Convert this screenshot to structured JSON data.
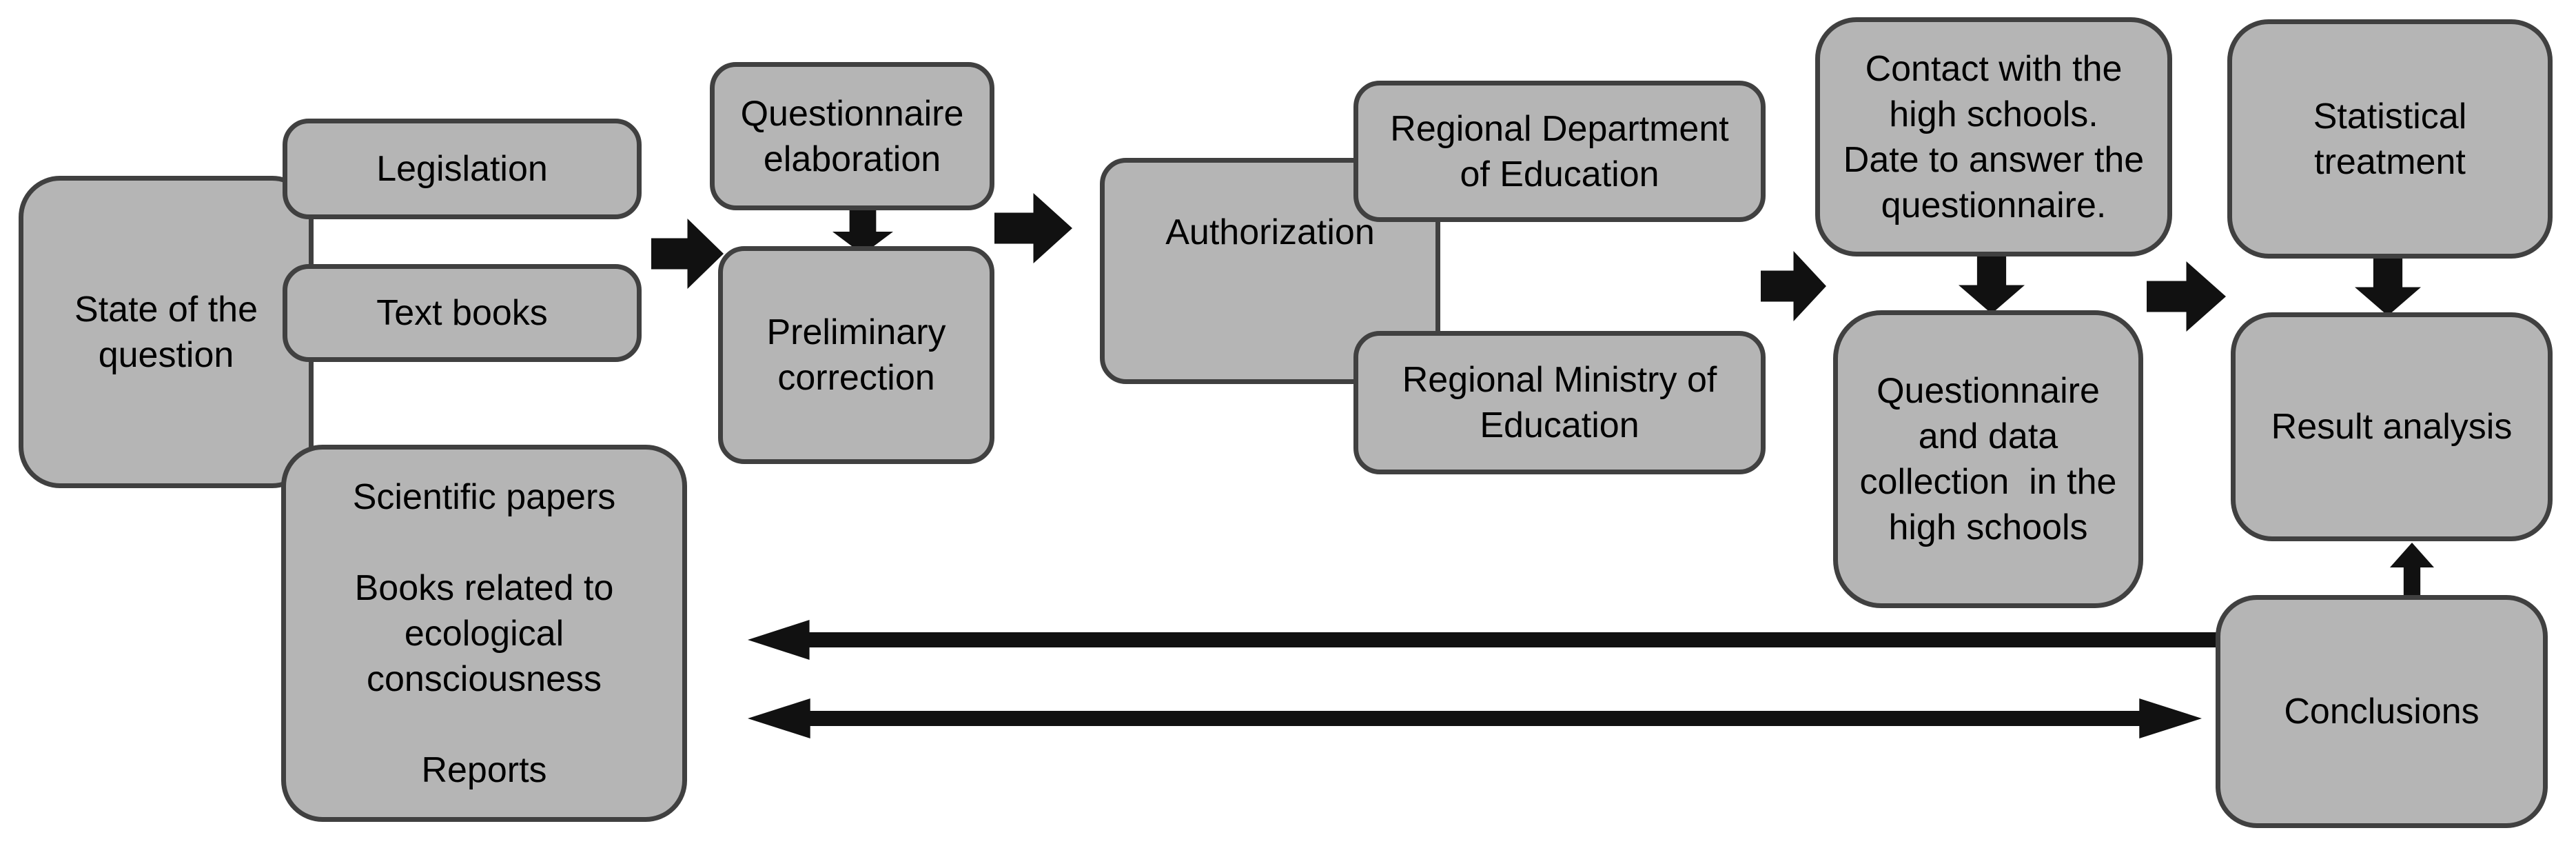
{
  "diagram": {
    "description": "Research process flow diagram",
    "colors": {
      "background": "#ffffff",
      "box_fill": "#b5b5b5",
      "box_border": "#404040",
      "arrow": "#111111",
      "text": "#000000"
    },
    "nodes": {
      "state": {
        "label": "State of the\nquestion"
      },
      "legislation": {
        "label": "Legislation"
      },
      "textbooks": {
        "label": "Text books"
      },
      "scipapers": {
        "label": "Scientific papers\n\nBooks related to\necological\nconsciousness\n\nReports"
      },
      "quest_elab": {
        "label": "Questionnaire\nelaboration"
      },
      "prelim": {
        "label": "Preliminary\ncorrection"
      },
      "auth": {
        "label": "Authorization"
      },
      "regdept": {
        "label": "Regional Department\nof Education"
      },
      "regmin": {
        "label": "Regional Ministry of\nEducation"
      },
      "contact": {
        "label": "Contact with the\nhigh schools.\nDate to answer the\nquestionnaire."
      },
      "questdata": {
        "label": "Questionnaire\nand data\ncollection  in the\nhigh schools"
      },
      "statistical": {
        "label": "Statistical\ntreatment"
      },
      "result": {
        "label": "Result analysis"
      },
      "conclusions": {
        "label": "Conclusions"
      }
    },
    "connectors": [
      {
        "name": "flow-arrow-right-1",
        "type": "block-arrow-right",
        "from": "state group",
        "to": "questionnaire column"
      },
      {
        "name": "flow-arrow-down-1",
        "type": "block-arrow-down",
        "from": "quest_elab",
        "to": "prelim"
      },
      {
        "name": "flow-arrow-right-2",
        "type": "block-arrow-right",
        "from": "questionnaire column",
        "to": "auth"
      },
      {
        "name": "flow-arrow-right-3",
        "type": "block-arrow-right",
        "from": "auth group",
        "to": "contact"
      },
      {
        "name": "flow-arrow-down-2",
        "type": "block-arrow-down",
        "from": "contact",
        "to": "questdata"
      },
      {
        "name": "flow-arrow-right-4",
        "type": "block-arrow-right",
        "from": "questdata",
        "to": "result column"
      },
      {
        "name": "flow-arrow-down-3",
        "type": "block-arrow-down",
        "from": "statistical",
        "to": "result"
      },
      {
        "name": "flow-arrow-up-1",
        "type": "line-arrow-up",
        "from": "conclusions",
        "to": "result"
      },
      {
        "name": "feedback-arrow-upper",
        "type": "line-arrow-left",
        "from": "conclusions",
        "to": "literature area"
      },
      {
        "name": "feedback-arrow-lower",
        "type": "line-arrow-double",
        "from": "conclusions",
        "to": "literature area"
      }
    ]
  }
}
